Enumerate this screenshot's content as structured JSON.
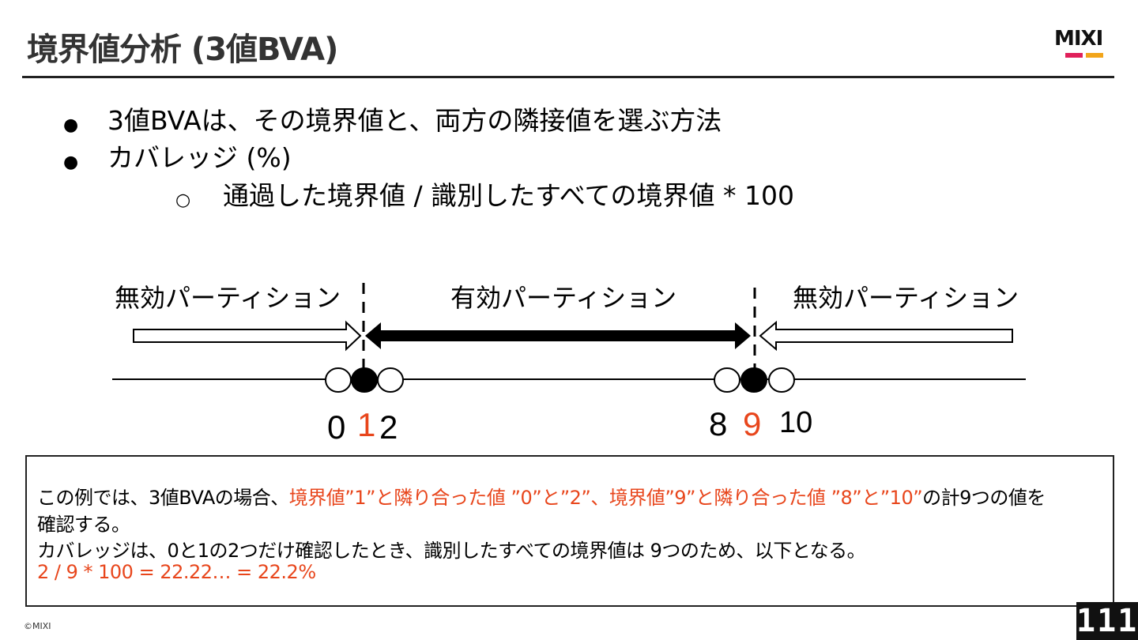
{
  "header": {
    "title": "境界値分析 (3値BVA)",
    "logo_text": "MIXI",
    "logo_colors": [
      "#e0205a",
      "#f2a51a"
    ]
  },
  "bullets": [
    {
      "mark": "●",
      "text": "3値BVAは、その境界値と、両方の隣接値を選ぶ方法"
    },
    {
      "mark": "●",
      "text": "カバレッジ (%)"
    },
    {
      "mark": "○",
      "text": "通過した境界値 / 識別したすべての境界値 * 100"
    }
  ],
  "diagram": {
    "left_label": "無効パーティション",
    "center_label": "有効パーティション",
    "right_label": "無効パーティション",
    "left_numbers": {
      "n0": "0",
      "n1": "1",
      "n2": "2"
    },
    "right_numbers": {
      "n8": "8",
      "n9": "9",
      "n10": "10"
    },
    "highlight_color": "#e8461c"
  },
  "note": {
    "line1_a": "この例では、3値BVAの場合、",
    "line1_b": "境界値”1”と隣り合った値 ”0”と”2”、境界値”9”と隣り合った値 ”8”と”10”",
    "line1_c": "の計9つの値を",
    "line2": "確認する。",
    "line3": "カバレッジは、0と1の2つだけ確認したとき、識別したすべての境界値は 9つのため、以下となる。",
    "line4": "2 / 9 * 100 = 22.22… = 22.2%"
  },
  "footer": {
    "copyright": "©MIXI",
    "page_number": "111"
  }
}
